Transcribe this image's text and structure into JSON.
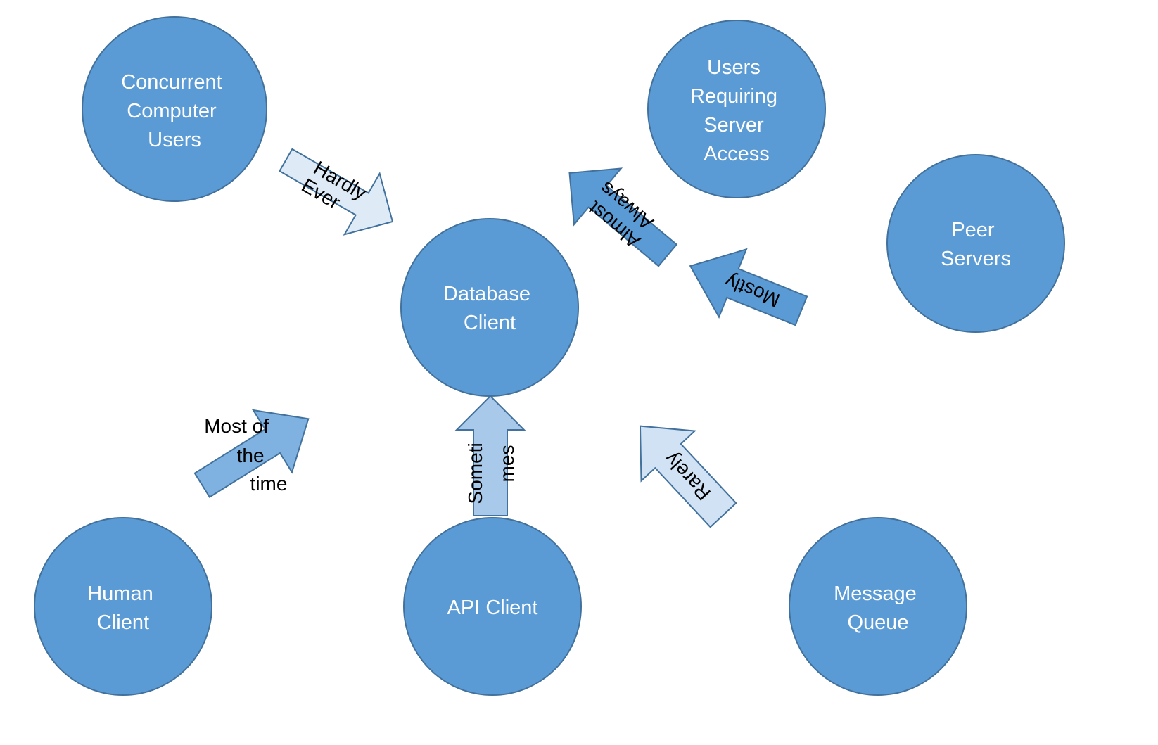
{
  "colors": {
    "node_fill": "#5b9bd5",
    "node_border": "#41719c",
    "node_text": "#ffffff",
    "arrow_border": "#41719c",
    "arrow_text": "#000000"
  },
  "nodes": {
    "concurrent_users": {
      "lines": [
        "Concurrent",
        "Computer",
        "Users"
      ]
    },
    "users_requiring_access": {
      "lines": [
        "Users",
        "Requiring",
        "Server",
        "Access"
      ]
    },
    "peer_servers": {
      "lines": [
        "Peer",
        "Servers"
      ]
    },
    "database_client": {
      "lines": [
        "Database",
        "Client"
      ]
    },
    "human_client": {
      "lines": [
        "Human",
        "Client"
      ]
    },
    "api_client": {
      "lines": [
        "API Client"
      ]
    },
    "message_queue": {
      "lines": [
        "Message",
        "Queue"
      ]
    }
  },
  "arrows": {
    "hardly_ever": {
      "lines": [
        "Hardly",
        "Ever"
      ],
      "fill": "#deebf7"
    },
    "almost_always": {
      "lines": [
        "Almost",
        "Always"
      ],
      "fill": "#5b9bd5"
    },
    "mostly": {
      "lines": [
        "Mostly"
      ],
      "fill": "#5b9bd5"
    },
    "most_of_the_time": {
      "lines": [
        "Most of",
        "the",
        "time"
      ],
      "fill": "#7fb2e0"
    },
    "sometimes": {
      "lines": [
        "Someti",
        "mes"
      ],
      "fill": "#a9c9ea"
    },
    "rarely": {
      "lines": [
        "Rarely"
      ],
      "fill": "#d0e2f3"
    }
  }
}
